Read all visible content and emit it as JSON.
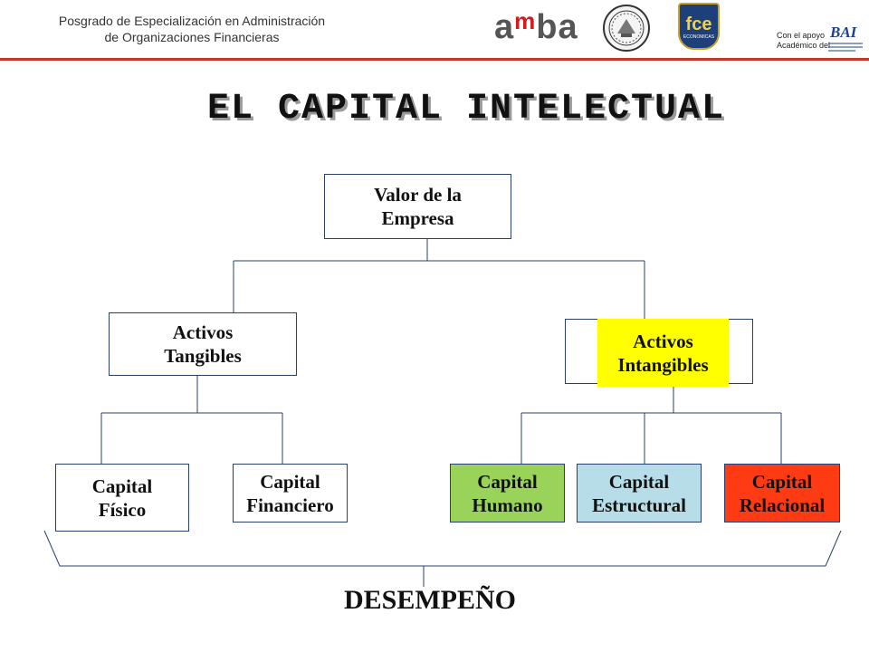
{
  "header": {
    "program_line1": "Posgrado de Especialización en Administración",
    "program_line2": "de Organizaciones Financieras",
    "amba_logo": {
      "a": "a",
      "m": "m",
      "ba": "ba"
    },
    "fce_logo": {
      "main": "fce",
      "sub": "ECONOMICAS"
    },
    "support_line1": "Con el apoyo",
    "support_line2": "Académico del",
    "bai_logo": "BAI",
    "rule_color": "#c0392b"
  },
  "slide": {
    "title": "EL CAPITAL INTELECTUAL"
  },
  "diagram": {
    "root": {
      "line1": "Valor de la",
      "line2": "Empresa"
    },
    "tangible": {
      "line1": "Activos",
      "line2": "Tangibles"
    },
    "intangible": {
      "line1": "Activos",
      "line2": "Intangibles",
      "color": "#ffff00"
    },
    "physical": {
      "line1": "Capital",
      "line2": "Físico"
    },
    "financial": {
      "line1": "Capital",
      "line2": "Financiero"
    },
    "human": {
      "line1": "Capital",
      "line2": "Humano",
      "color": "#99d35a"
    },
    "structural": {
      "line1": "Capital",
      "line2": "Estructural",
      "color": "#b7dde8"
    },
    "relational": {
      "line1": "Capital",
      "line2": "Relacional",
      "color": "#ff3b13"
    },
    "performance": "DESEMPEÑO"
  }
}
